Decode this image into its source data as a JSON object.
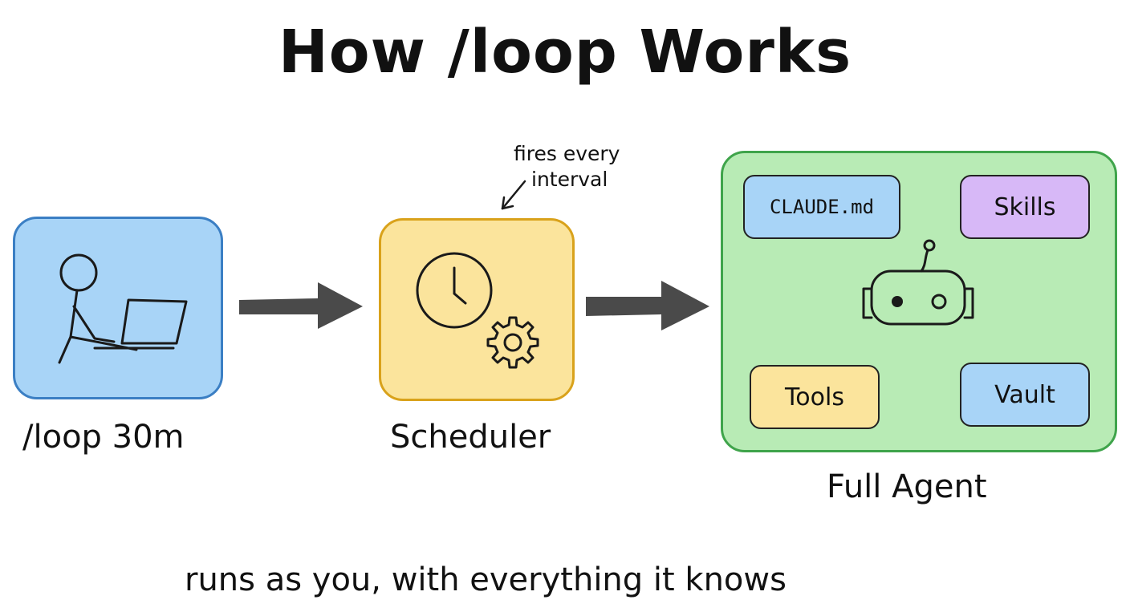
{
  "title": "How /loop Works",
  "nodes": {
    "user": {
      "caption": "/loop 30m"
    },
    "scheduler": {
      "caption": "Scheduler",
      "note_line1": "fires every",
      "note_line2": "interval"
    },
    "agent": {
      "caption": "Full Agent",
      "components": [
        "CLAUDE.md",
        "Skills",
        "Tools",
        "Vault"
      ]
    }
  },
  "footer": "runs as you, with everything it knows",
  "colors": {
    "user_fill": "#a8d4f7",
    "user_border": "#3b7fc4",
    "scheduler_fill": "#fbe49c",
    "scheduler_border": "#d9a21b",
    "agent_fill": "#b8ebb5",
    "agent_border": "#3fa44b",
    "skills_fill": "#d7b8f7",
    "arrow": "#4a4a4a"
  },
  "icons": [
    "person-at-laptop-icon",
    "clock-icon",
    "gear-icon",
    "robot-icon",
    "arrow-right-icon",
    "note-arrow-icon"
  ]
}
